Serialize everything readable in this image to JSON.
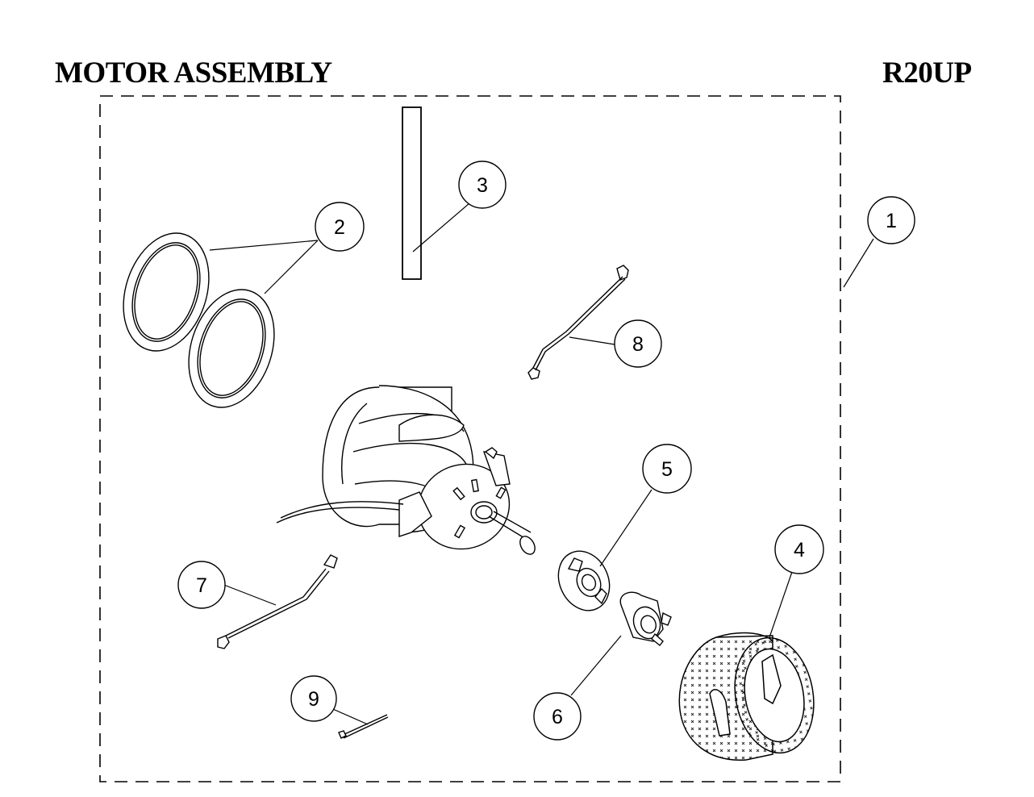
{
  "header": {
    "title": "MOTOR ASSEMBLY",
    "model": "R20UP"
  },
  "callouts": {
    "c1": "1",
    "c2": "2",
    "c3": "3",
    "c4": "4",
    "c5": "5",
    "c6": "6",
    "c7": "7",
    "c8": "8",
    "c9": "9"
  },
  "colors": {
    "line": "#000000",
    "background": "#ffffff"
  }
}
